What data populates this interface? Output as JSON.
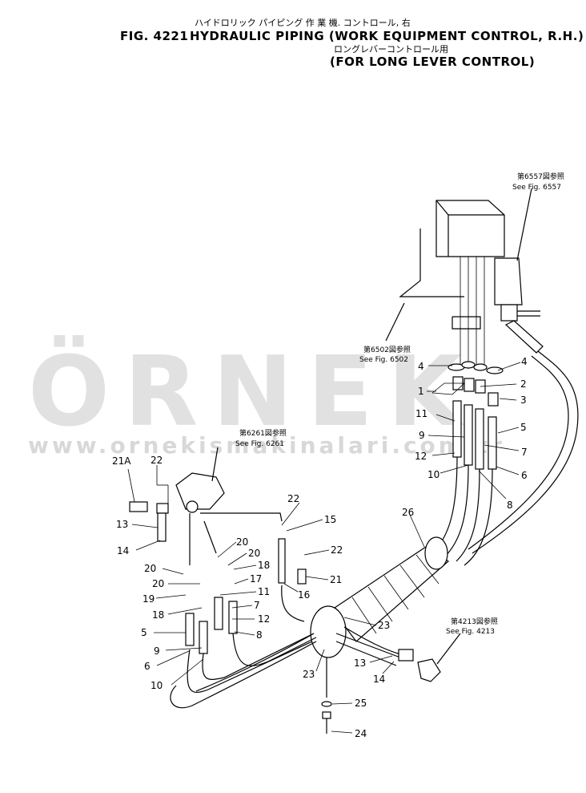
{
  "header": {
    "fig_label": "FIG. 4221",
    "jp_title": "ハイドロリック パイピング 作 業 機. コントロール, 右",
    "title": "HYDRAULIC PIPING (WORK EQUIPMENT CONTROL, R.H.)",
    "jp_subtitle": "ロングレバーコントロール用",
    "subtitle": "(FOR LONG LEVER CONTROL)"
  },
  "watermark": {
    "logo": "ÖRNEK",
    "url": "www.ornekismakinalari.com.tr"
  },
  "references": [
    {
      "id": "ref-6557",
      "jp": "第6557図参照",
      "en": "See Fig. 6557"
    },
    {
      "id": "ref-6502",
      "jp": "第6502図参照",
      "en": "See Fig. 6502"
    },
    {
      "id": "ref-6261",
      "jp": "第6261図参照",
      "en": "See Fig. 6261"
    },
    {
      "id": "ref-4213",
      "jp": "第4213図参照",
      "en": "See Fig. 4213"
    }
  ],
  "callouts": {
    "c4a": "4",
    "c4b": "4",
    "c2": "2",
    "c1": "1",
    "c3": "3",
    "c11r": "11",
    "c5r": "5",
    "c9r": "9",
    "c7r": "7",
    "c12r": "12",
    "c6r": "6",
    "c10r": "10",
    "c8r": "8",
    "c26": "26",
    "c21A": "21A",
    "c22a": "22",
    "c13a": "13",
    "c14a": "14",
    "c22b": "22",
    "c15": "15",
    "c20a": "20",
    "c20b": "20",
    "c20c": "20",
    "c20d": "20",
    "c18a": "18",
    "c17": "17",
    "c22c": "22",
    "c21": "21",
    "c16": "16",
    "c19": "19",
    "c11l": "11",
    "c18b": "18",
    "c7l": "7",
    "c12l": "12",
    "c5l": "5",
    "c8l": "8",
    "c9l": "9",
    "c6l": "6",
    "c10l": "10",
    "c23a": "23",
    "c23b": "23",
    "c13b": "13",
    "c14b": "14",
    "c25": "25",
    "c24": "24"
  }
}
